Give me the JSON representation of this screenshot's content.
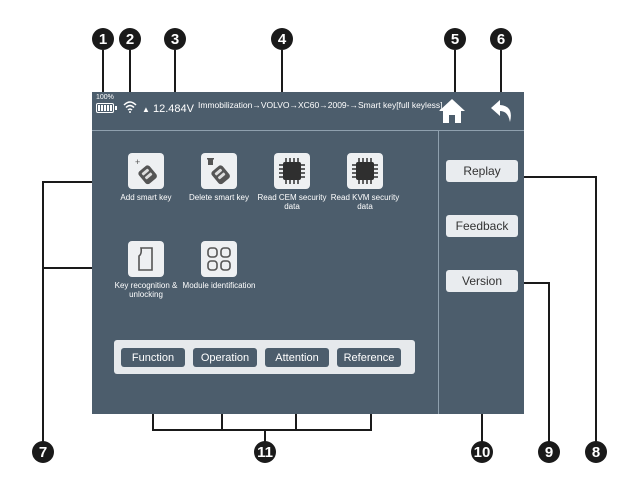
{
  "status_bar": {
    "battery_percent": "100%",
    "voltage": "12.484V",
    "breadcrumb": "Immobilization→VOLVO→XC60→2009-→Smart key[full keyless]"
  },
  "functions": [
    {
      "label": "Add smart key",
      "icon": "add-key-icon"
    },
    {
      "label": "Delete smart key",
      "icon": "delete-key-icon"
    },
    {
      "label": "Read CEM security data",
      "icon": "chip-icon"
    },
    {
      "label": "Read KVM security data",
      "icon": "chip-icon"
    },
    {
      "label": "Key recognition & unlocking",
      "icon": "key-blank-icon"
    },
    {
      "label": "Module identification",
      "icon": "grid-icon"
    }
  ],
  "tabs": [
    "Function",
    "Operation",
    "Attention",
    "Reference"
  ],
  "side_buttons": [
    "Replay",
    "Feedback",
    "Version"
  ],
  "callouts": [
    "1",
    "2",
    "3",
    "4",
    "5",
    "6",
    "7",
    "8",
    "9",
    "10",
    "11"
  ],
  "colors": {
    "screen_bg": "#4c5d6c",
    "button_bg": "#e9ecef"
  }
}
